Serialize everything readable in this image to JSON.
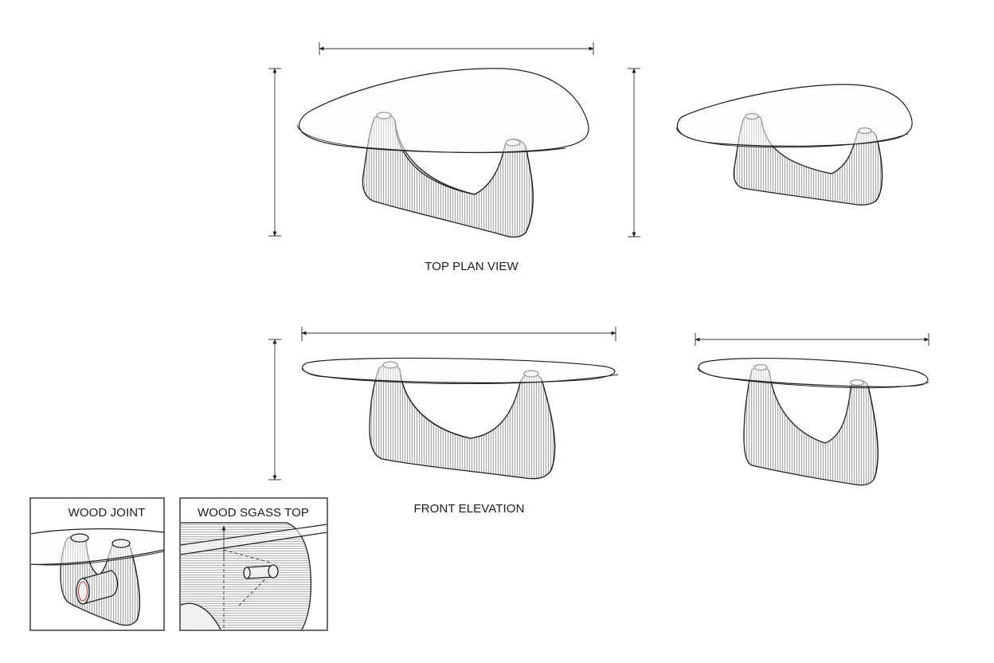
{
  "labels": {
    "top_plan_view": "TOP PLAN VIEW",
    "front_elevation": "FRONT ELEVATION",
    "wood_joint": "WOOD JOINT",
    "wood_glass_top": "WOOD SGASS TOP"
  },
  "colors": {
    "line": "#1e1e1e",
    "wood_fill": "#f2f2f2",
    "background": "#ffffff"
  }
}
